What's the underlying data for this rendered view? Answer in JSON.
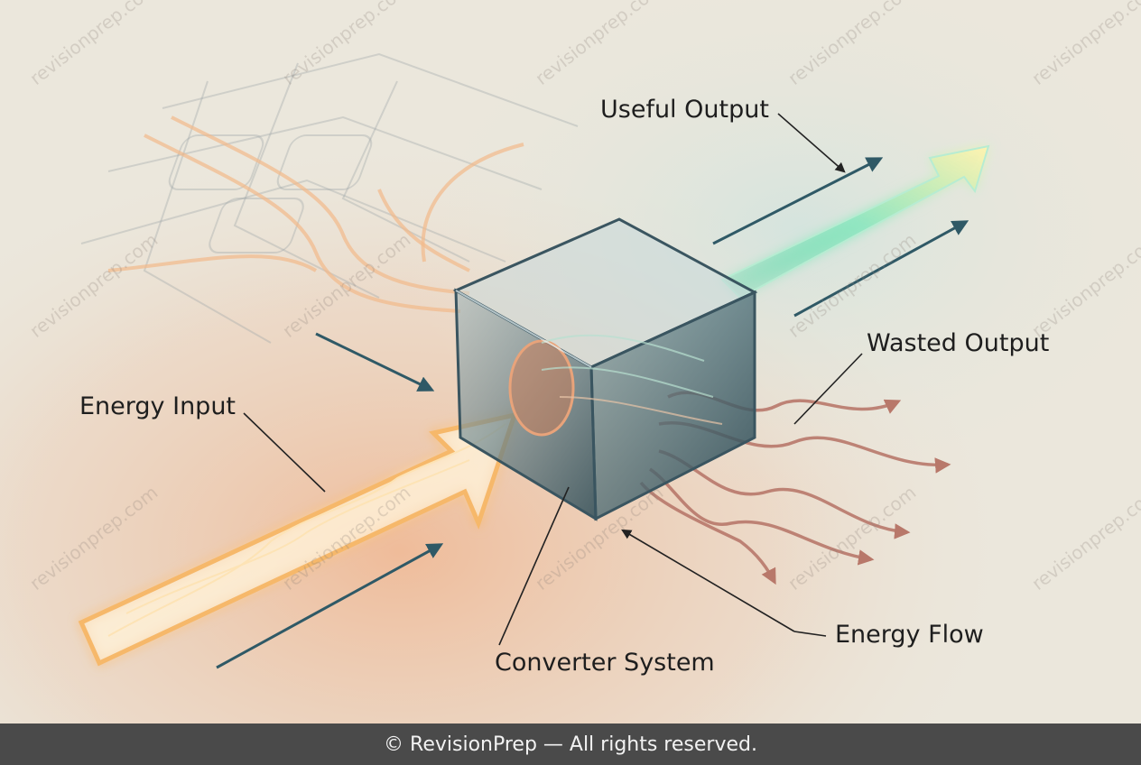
{
  "labels": {
    "useful_output": "Useful Output",
    "wasted_output": "Wasted Output",
    "energy_input": "Energy Input",
    "energy_flow": "Energy Flow",
    "converter_system": "Converter System"
  },
  "watermark": "revisionprep.com",
  "footer": "© RevisionPrep — All rights reserved.",
  "colors": {
    "input_glow": "#f6b86a",
    "useful_glow": "#7ee0b8",
    "wasted": "#b8786a",
    "arrow_dark": "#2f5966",
    "cube_edge": "#3a5560"
  }
}
